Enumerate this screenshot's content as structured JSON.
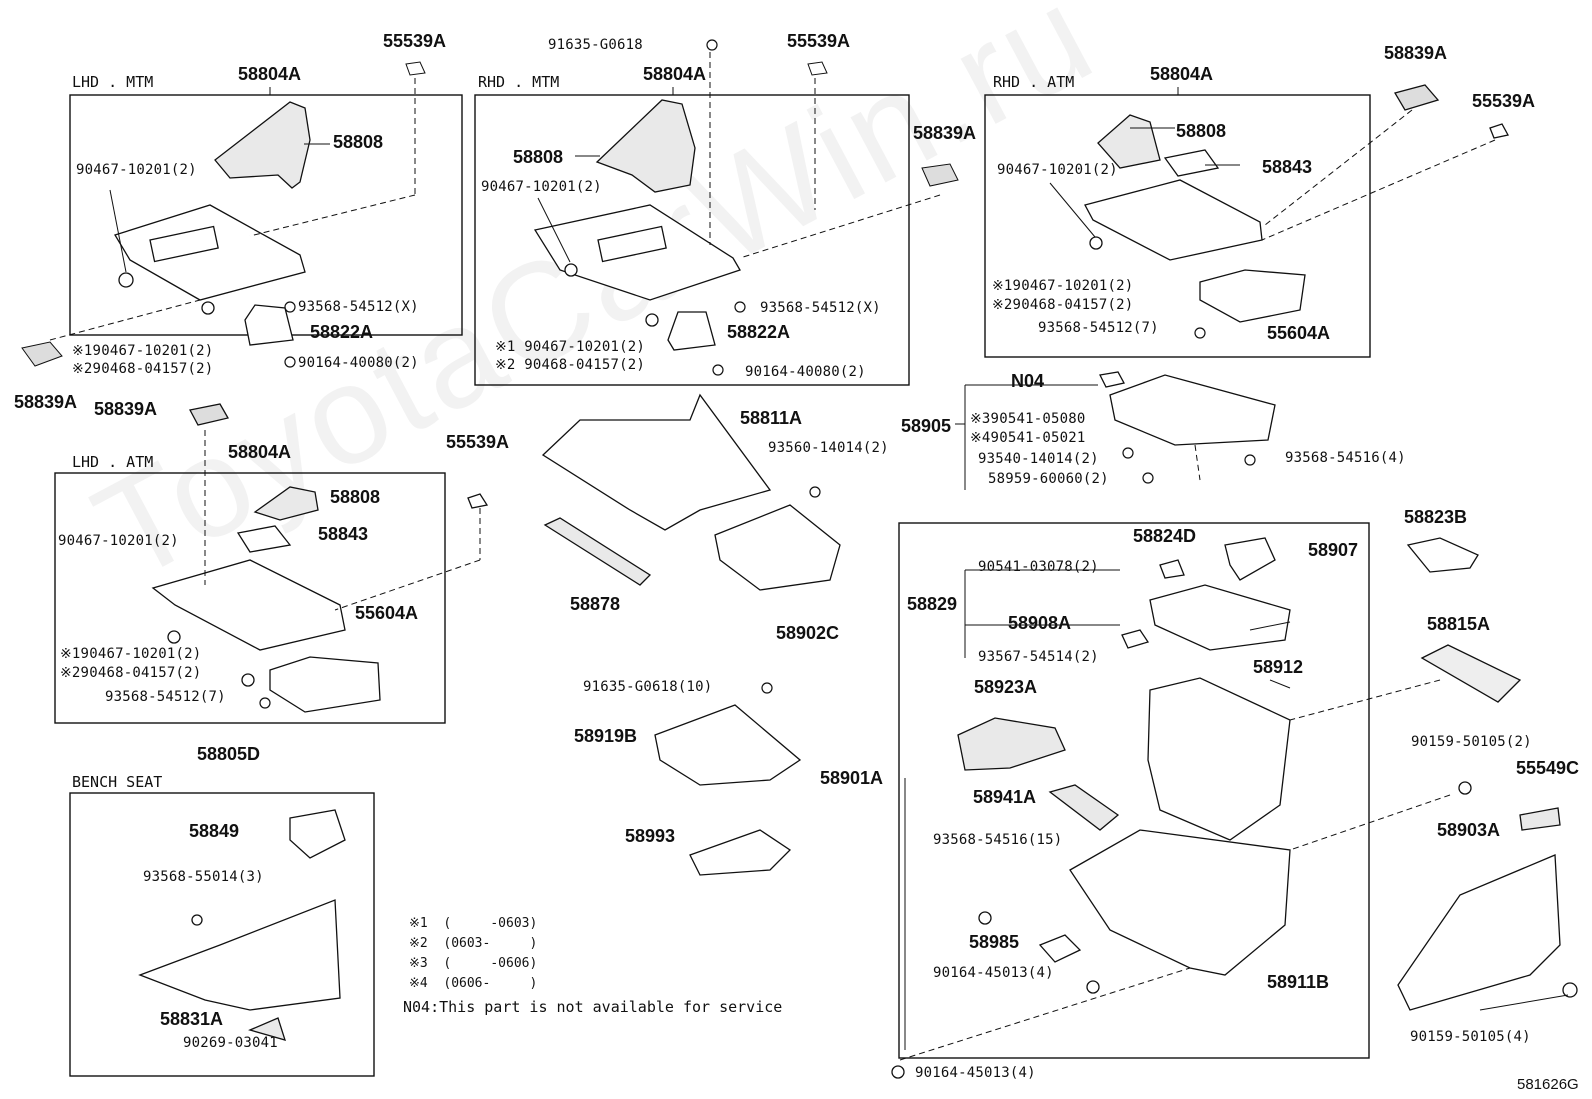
{
  "watermark": "ToyotaCarWin.ru",
  "diagram_code": "581626G",
  "groups": {
    "lhd_mtm": "LHD . MTM",
    "rhd_mtm": "RHD . MTM",
    "rhd_atm": "RHD . ATM",
    "lhd_atm": "LHD . ATM",
    "bench_seat": "BENCH SEAT"
  },
  "labels": {
    "p55539a_1": "55539A",
    "p91635": "91635-G0618",
    "p55539a_2": "55539A",
    "p58839a_top": "58839A",
    "p55539a_3": "55539A",
    "lhd_mtm_58804a": "58804A",
    "lhd_mtm_58808": "58808",
    "lhd_mtm_90467": "90467-10201(2)",
    "lhd_mtm_93568": "93568-54512(X)",
    "lhd_mtm_58822a": "58822A",
    "lhd_mtm_x1": "※190467-10201(2)",
    "lhd_mtm_x2": "※290468-04157(2)",
    "lhd_mtm_90164": "90164-40080(2)",
    "rhd_mtm_58804a": "58804A",
    "rhd_mtm_58808": "58808",
    "rhd_mtm_90467": "90467-10201(2)",
    "rhd_mtm_93568": "93568-54512(X)",
    "rhd_mtm_x1": "※1 90467-10201(2)",
    "rhd_mtm_x2": "※2 90468-04157(2)",
    "rhd_mtm_58822a": "58822A",
    "rhd_mtm_90164": "90164-40080(2)",
    "mid_58839a": "58839A",
    "rhd_atm_58804a": "58804A",
    "rhd_atm_58808": "58808",
    "rhd_atm_58843": "58843",
    "rhd_atm_90467": "90467-10201(2)",
    "rhd_atm_x1": "※190467-10201(2)",
    "rhd_atm_x2": "※290468-04157(2)",
    "rhd_atm_93568": "93568-54512(7)",
    "rhd_atm_55604a": "55604A",
    "left_58839a": "58839A",
    "lhd_atm_58839a": "58839A",
    "lhd_atm_55539a": "55539A",
    "lhd_atm_58804a": "58804A",
    "lhd_atm_58808": "58808",
    "lhd_atm_58843": "58843",
    "lhd_atm_90467": "90467-10201(2)",
    "lhd_atm_55604a": "55604A",
    "lhd_atm_x1": "※190467-10201(2)",
    "lhd_atm_x2": "※290468-04157(2)",
    "lhd_atm_93568": "93568-54512(7)",
    "p58811a": "58811A",
    "p93560": "93560-14014(2)",
    "p58878": "58878",
    "p58902c": "58902C",
    "n04": "N04",
    "p58905": "58905",
    "x3_90541": "※390541-05080",
    "x4_90541": "※490541-05021",
    "p93540": "93540-14014(2)",
    "p58959": "58959-60060(2)",
    "p93568_54516_4": "93568-54516(4)",
    "p91635_10": "91635-G0618(10)",
    "p58919b": "58919B",
    "p58993": "58993",
    "p58901a": "58901A",
    "p58824d": "58824D",
    "p58907": "58907",
    "p90541_03078": "90541-03078(2)",
    "p58829": "58829",
    "p58908a": "58908A",
    "p93567": "93567-54514(2)",
    "p58912": "58912",
    "p58923a": "58923A",
    "p58941a": "58941A",
    "p93568_54516_15": "93568-54516(15)",
    "p58985": "58985",
    "p90164_45013_a": "90164-45013(4)",
    "p58911b": "58911B",
    "p90164_45013_b": "90164-45013(4)",
    "p58823b": "58823B",
    "p58815a": "58815A",
    "p90159_50105_a": "90159-50105(2)",
    "p55549c": "55549C",
    "p58903a": "58903A",
    "p90159_50105_b": "90159-50105(4)",
    "p58805d": "58805D",
    "p58849": "58849",
    "p93568_55014": "93568-55014(3)",
    "p58831a": "58831A",
    "p90269": "90269-03041"
  },
  "legend": [
    "※1  (     -0603)",
    "※2  (0603-     )",
    "※3  (     -0606)",
    "※4  (0606-     )"
  ],
  "note": "N04:This part is not available for service"
}
